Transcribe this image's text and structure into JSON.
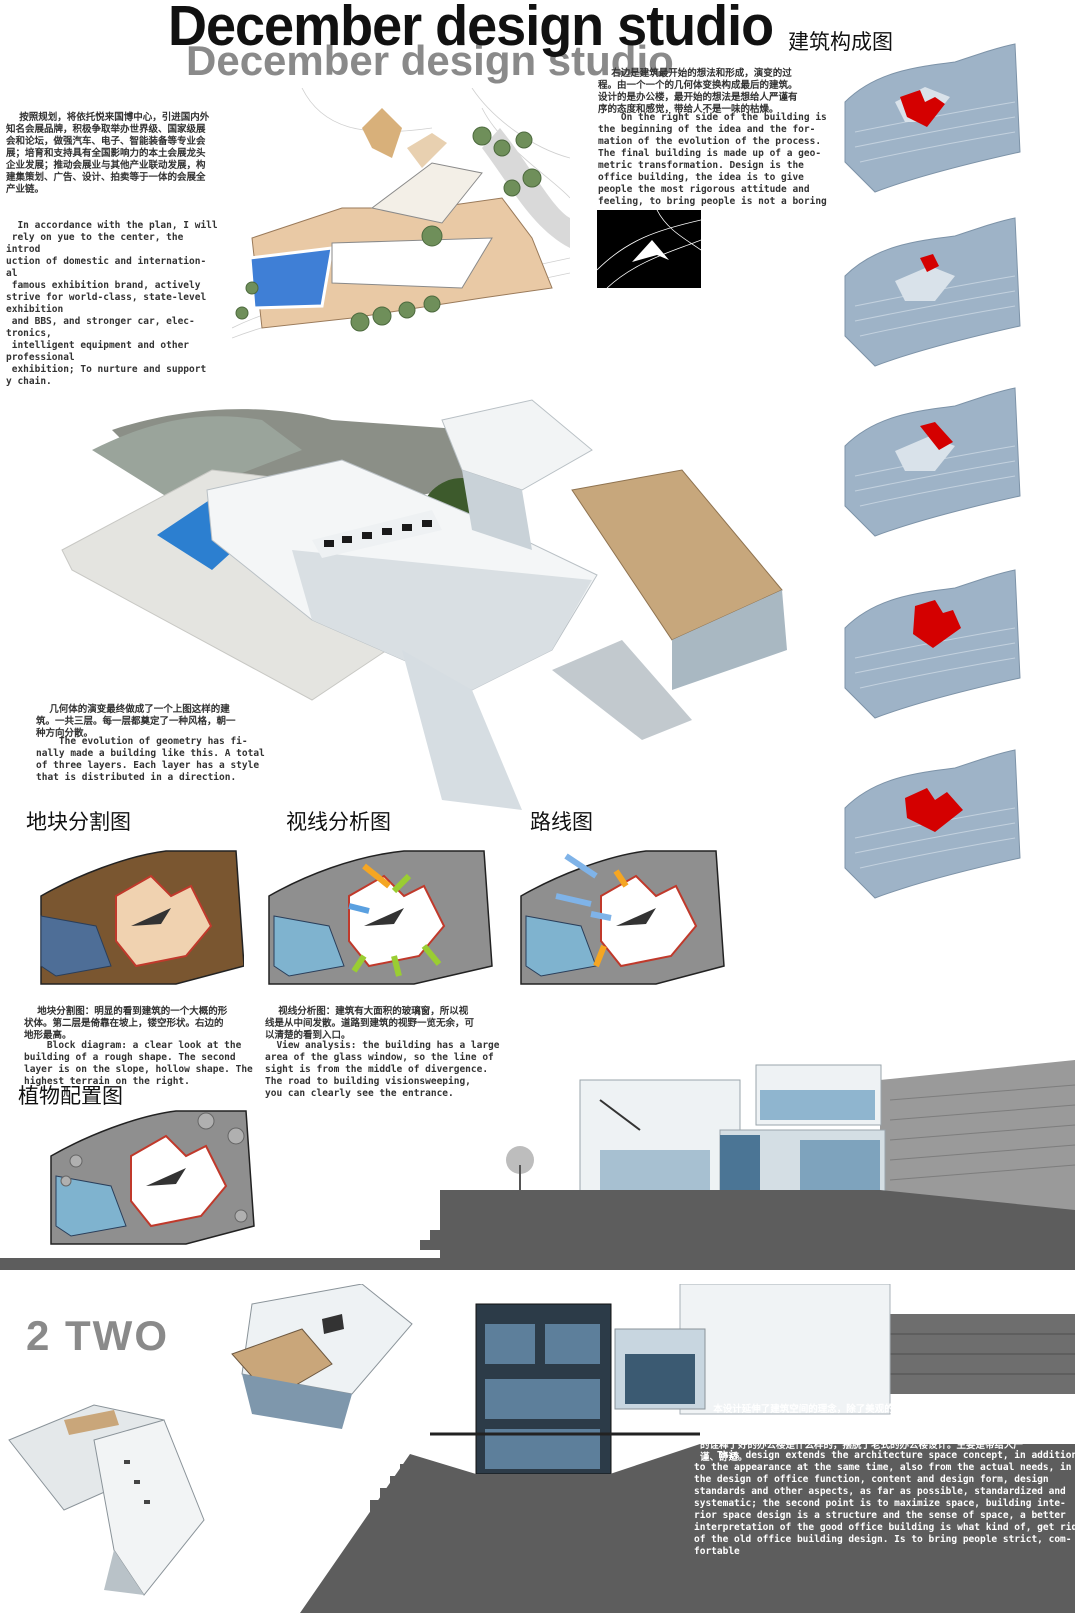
{
  "header": {
    "title": "December design studio",
    "title_shadow": "December design studio"
  },
  "labels": {
    "composition": "建筑构成图",
    "block_division": "地块分割图",
    "sight_analysis": "视线分析图",
    "route_map": "路线图",
    "planting": "植物配置图",
    "section_two": "2  TWO"
  },
  "texts": {
    "intro_cn": "    按照规划，将依托悦来国博中心，引进国内外知名会展品牌，积极争取举办世界级、国家级展会和论坛，做强汽车、电子、智能装备等专业会展；培育和支持具有全国影响力的本土会展龙头企业发展；推动会展业与其他产业联动发展，构建集策划、广告、设计、拍卖等于一体的会展全产业链。",
    "intro_en": "  In accordance with the plan, I will\n rely on yue to the center, the\nintrod\nuction of domestic and internation-\nal\n famous exhibition brand, actively\nstrive for world-class, state-level\nexhibition\n and BBS, and stronger car, elec-\ntronics,\n intelligent equipment and other\nprofessional\n exhibition; To nurture and support\ny chain.",
    "right_cn": "    右边是建筑最开始的想法和形成，演变的过程。由一个一个的几何体变换构成最后的建筑。设计的是办公楼，最开始的想法是想给人严谨有序的态度和感觉，带给人不是一味的枯燥。",
    "right_en": "    On the right side of the building is\nthe beginning of the idea and the for-\nmation of the evolution of the process.\nThe final building is made up of a geo-\nmetric transformation. Design is the\noffice building, the idea is to give\npeople the most rigorous attitude and\nfeeling, to bring people is not a boring",
    "evolution_cn": "    几何体的演变最终做成了一个上图这样的建筑。一共三层。每一层都奠定了一种风格，朝一种方向分散。",
    "evolution_en": "    The evolution of geometry has fi-\nnally made a building like this. A total\nof three layers. Each layer has a style\nthat is distributed in a direction.",
    "block_cn": "    地块分割图：明显的看到建筑的一个大概的形状体。第二层是倚靠在坡上，镂空形状。右边的地形最高。",
    "block_en": "    Block diagram: a clear look at the\nbuilding of a rough shape. The second\nlayer is on the slope, hollow shape. The\nhighest terrain on the right.",
    "view_cn": "    视线分析图：建筑有大面积的玻璃窗，所以视线是从中间发散。道路到建筑的视野一览无余，可以清楚的看到入口。",
    "view_en": "  View analysis: the building has a large\narea of the glass window, so the line of\nsight is from the middle of divergence.\nThe road to building visionsweeping,\nyou can clearly see the entrance.",
    "concept_cn": "    本设计延伸了建筑空间的理念，除了美观的同时，也从实际使用需求出发，在办公设计功能、内容及设计形式、设计标准等方面，尽可能标准化、系统化；第二点是最大限度的提升空间，建筑内部的空间设计的非常有结构和空间感，更好的诠释了好的办公楼是什么样的，摆脱了老式的办公楼设计。主要是带给人严谨、舒适。",
    "concept_en": "    This design extends the architecture space concept, in addition\nto the appearance at the same time, also from the actual needs, in\nthe design of office function, content and design form, design\nstandards and other aspects, as far as possible, standardized and\nsystematic; the second point is to maximize space, building inte-\nrior space design is a structure and the sense of space, a better\ninterpretation of the good office building is what kind of, get rid\nof the old office building design. Is to bring people strict, com-\nfortable"
  },
  "colors": {
    "accent_red": "#d40000",
    "terrain_blue": "#8fa7bd",
    "wood": "#c9a67a",
    "pool": "#3f7fd6",
    "band_gray": "#5d5d5d",
    "soil_brown": "#7a5630",
    "parcel": "#f0d2b0"
  }
}
